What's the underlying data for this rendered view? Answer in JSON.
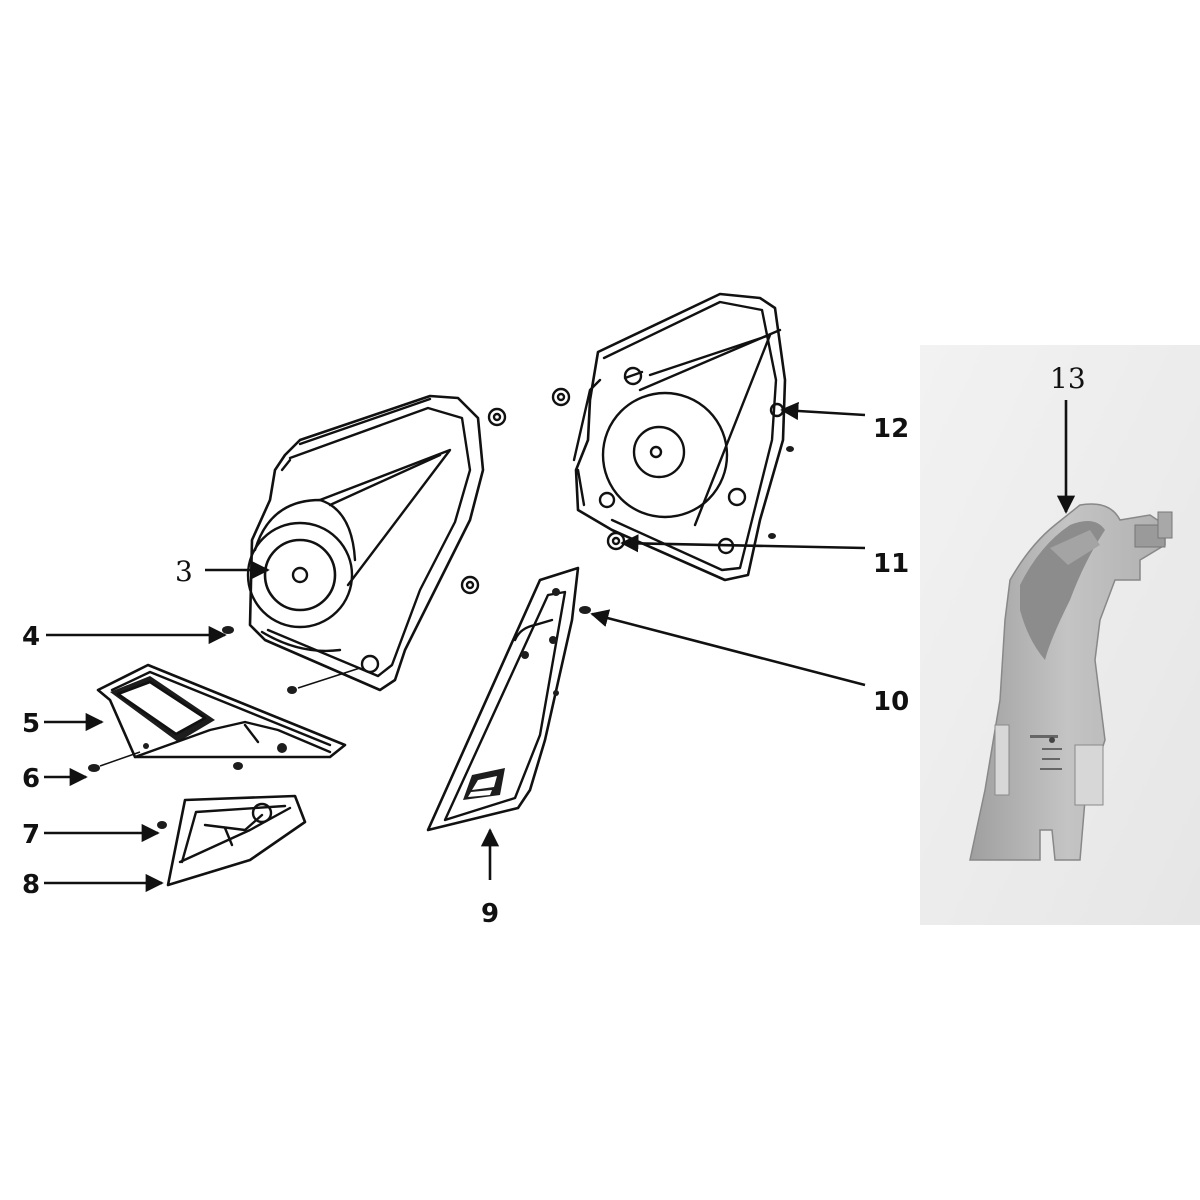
{
  "callouts": {
    "c3": "3",
    "c4": "4",
    "c5": "5",
    "c6": "6",
    "c7": "7",
    "c8": "8",
    "c9": "9",
    "c10": "10",
    "c11": "11",
    "c12": "12",
    "c13": "13"
  },
  "colors": {
    "line": "#111111",
    "photo_background": "#ececec",
    "photo_part": "#b9b9b9"
  },
  "icons": {
    "arrow": "arrow-icon",
    "bolt": "bolt-icon",
    "nut": "nut-icon"
  }
}
